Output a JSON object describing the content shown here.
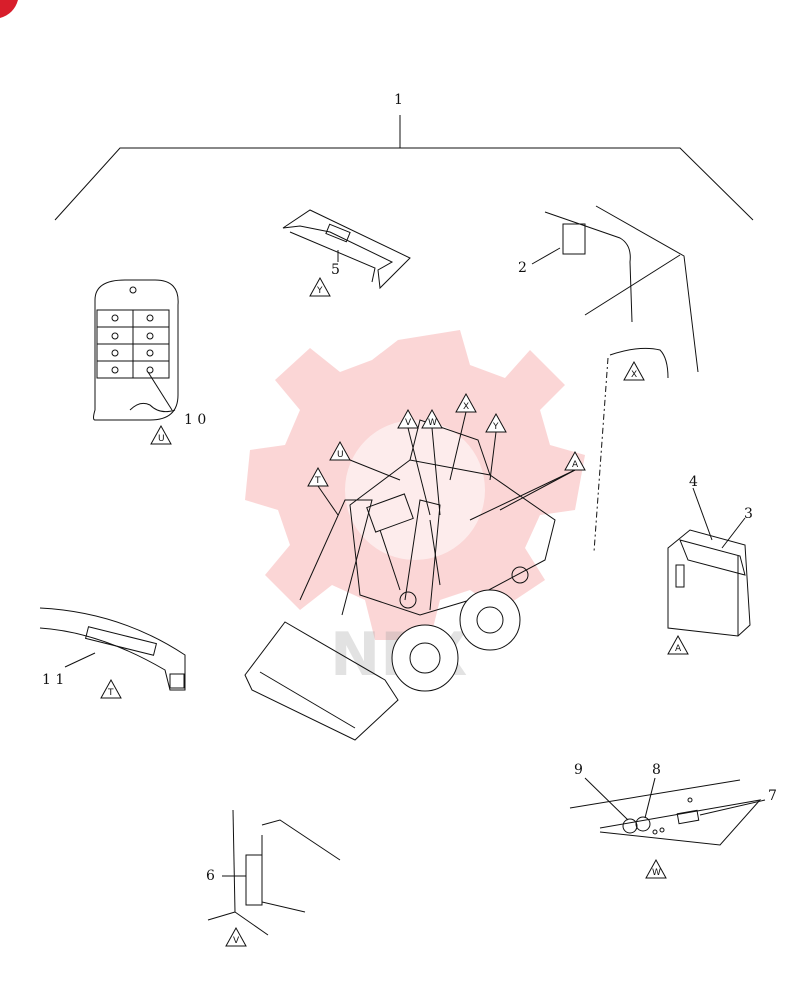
{
  "callouts": {
    "c1": "1",
    "c2": "2",
    "c3": "3",
    "c4": "4",
    "c5": "5",
    "c6": "6",
    "c7": "7",
    "c8": "8",
    "c9": "9",
    "c10": "1 0",
    "c11": "1 1"
  },
  "view_labels": {
    "T": "T",
    "U": "U",
    "V": "V",
    "W": "W",
    "X": "X",
    "Y": "Y",
    "A": "A"
  },
  "watermark": "NEX"
}
